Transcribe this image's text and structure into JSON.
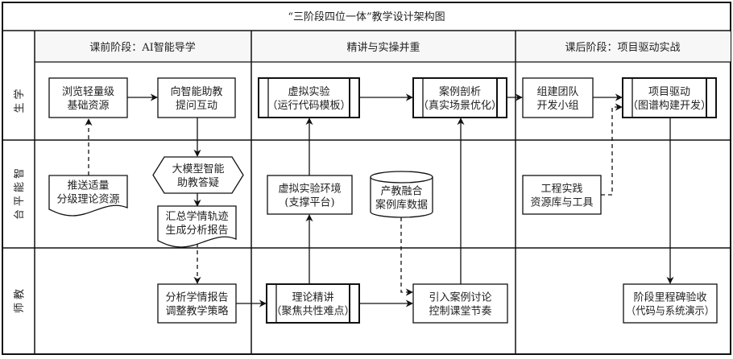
{
  "title": "“三阶段四位一体”教学设计架构图",
  "phases": [
    {
      "label": "课前阶段：AI智能导学"
    },
    {
      "label": "精讲与实操并重"
    },
    {
      "label": "课后阶段：项目驱动实战"
    }
  ],
  "lanes": [
    {
      "label": "学生"
    },
    {
      "label": "智能平台"
    },
    {
      "label": "教师"
    }
  ],
  "nodes": {
    "browse": {
      "lines": [
        "浏览轻量级",
        "基础资源"
      ],
      "shape": "process"
    },
    "ask": {
      "lines": [
        "向智能助教",
        "提问互动"
      ],
      "shape": "process"
    },
    "virtual_exp": {
      "lines": [
        "虚拟实验",
        "（运行代码模板）"
      ],
      "shape": "predefined-process"
    },
    "case_analysis": {
      "lines": [
        "案例剖析",
        "（真实场景优化）"
      ],
      "shape": "predefined-process"
    },
    "team": {
      "lines": [
        "组建团队",
        "开发小组"
      ],
      "shape": "process"
    },
    "project": {
      "lines": [
        "项目驱动",
        "（图谱构建开发）"
      ],
      "shape": "predefined-process"
    },
    "push": {
      "lines": [
        "推送适量",
        "分级理论资源"
      ],
      "shape": "document"
    },
    "llm": {
      "lines": [
        "大模型智能",
        "助教答疑"
      ],
      "shape": "hexagon"
    },
    "summary": {
      "lines": [
        "汇总学情轨迹",
        "生成分析报告"
      ],
      "shape": "document"
    },
    "vlab_env": {
      "lines": [
        "虚拟实验环境",
        "(支撑平台)"
      ],
      "shape": "process"
    },
    "case_db": {
      "lines": [
        "产教融合",
        "案例库数据"
      ],
      "shape": "database"
    },
    "eng_lib": {
      "lines": [
        "工程实践",
        "资源库与工具"
      ],
      "shape": "process"
    },
    "analyze": {
      "lines": [
        "分析学情报告",
        "调整教学策略"
      ],
      "shape": "process"
    },
    "lecture": {
      "lines": [
        "理论精讲",
        "（聚焦共性难点）"
      ],
      "shape": "predefined-process"
    },
    "discussion": {
      "lines": [
        "引入案例讨论",
        "控制课堂节奏"
      ],
      "shape": "process"
    },
    "milestone": {
      "lines": [
        "阶段里程碑验收",
        "（代码与系统演示）"
      ],
      "shape": "process"
    }
  },
  "edges": [
    {
      "from": "browse",
      "to": "ask",
      "style": "solid"
    },
    {
      "from": "push",
      "to": "browse",
      "style": "dashed"
    },
    {
      "from": "ask",
      "to": "llm",
      "style": "solid"
    },
    {
      "from": "llm",
      "to": "summary",
      "style": "solid"
    },
    {
      "from": "summary",
      "to": "analyze",
      "style": "dashed"
    },
    {
      "from": "analyze",
      "to": "lecture",
      "style": "solid"
    },
    {
      "from": "lecture",
      "to": "virtual_exp",
      "style": "solid",
      "via": "vlab_env"
    },
    {
      "from": "virtual_exp",
      "to": "case_analysis",
      "style": "solid"
    },
    {
      "from": "lecture",
      "to": "discussion",
      "style": "solid"
    },
    {
      "from": "case_db",
      "to": "discussion",
      "style": "dashed"
    },
    {
      "from": "discussion",
      "to": "case_analysis",
      "style": "solid"
    },
    {
      "from": "case_analysis",
      "to": "team",
      "style": "solid"
    },
    {
      "from": "team",
      "to": "project",
      "style": "solid"
    },
    {
      "from": "eng_lib",
      "to": "project",
      "style": "dashed"
    },
    {
      "from": "project",
      "to": "milestone",
      "style": "solid"
    }
  ]
}
